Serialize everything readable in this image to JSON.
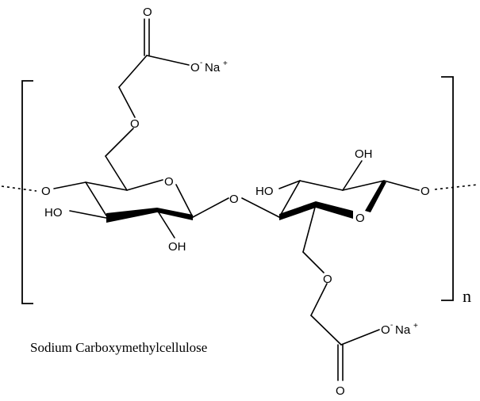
{
  "caption": "Sodium Carboxymethylcellulose",
  "repeat_label": "n",
  "atoms": {
    "o_carbonyl_top": "O",
    "o_carboxylate_top": "O",
    "minus_top": "-",
    "na_top": "Na",
    "plus_top": "+",
    "o_ether_top": "O",
    "o_link_left": "O",
    "o_ring_left": "O",
    "ho_left": "HO",
    "oh_left_bottom": "OH",
    "o_glycosidic": "O",
    "ho_right": "HO",
    "oh_right_top": "OH",
    "o_ring_right": "O",
    "o_link_right": "O",
    "o_ether_bottom": "O",
    "o_carboxylate_bottom": "O",
    "minus_bottom": "-",
    "na_bottom": "Na",
    "plus_bottom": "+",
    "o_carbonyl_bottom": "O"
  }
}
